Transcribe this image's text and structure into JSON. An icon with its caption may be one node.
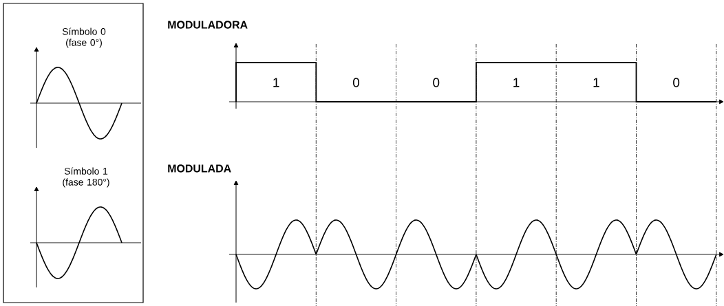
{
  "diagram": {
    "nodes": [
      {
        "text": [
          "Símbolo 0 (fase 0°)",
          "Símbolo 1 (fase 180°)"
        ]
      }
    ],
    "labels": [
      "MODULADORA",
      "1",
      "0",
      "0",
      "1",
      "1",
      "0",
      "MODULADA"
    ]
  }
}
